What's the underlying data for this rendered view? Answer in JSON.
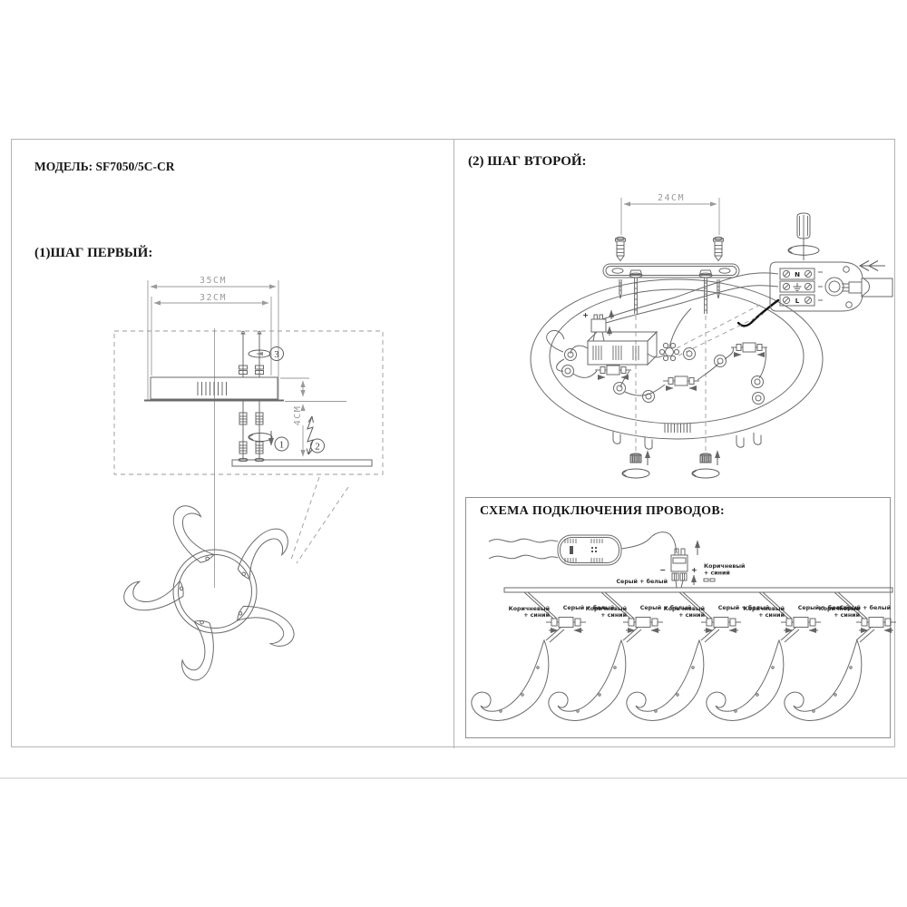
{
  "page": {
    "model_label": "МОДЕЛЬ: SF7050/5C-CR",
    "step1_title": "(1)ШАГ ПЕРВЫЙ:",
    "step2_title": "(2) ШАГ ВТОРОЙ:",
    "scheme_title": "СХЕМА ПОДКЛЮЧЕНИЯ ПРОВОДОВ:"
  },
  "step1": {
    "dim_width_outer": "35CM",
    "dim_width_inner": "32CM",
    "dim_height": "4CM",
    "callout_push_rod": "1",
    "callout_insert": "2",
    "callout_tighten": "3"
  },
  "step2": {
    "dim_anchors": "24CM",
    "terminal_n": "N",
    "terminal_ground": "⏚",
    "terminal_l": "L",
    "plus": "+",
    "minus": "−"
  },
  "scheme": {
    "minus": "−",
    "plus": "+",
    "label_gray_white": "Серый + белый",
    "label_brown_line1": "Коричневый",
    "label_brown_line2": "+ синий"
  },
  "colors": {
    "ink": "#6a6a6a",
    "dim_lines": "#9a9a9a",
    "heading_text": "#161616",
    "frame": "#b4b4b4",
    "bold_wire": "#141414"
  }
}
